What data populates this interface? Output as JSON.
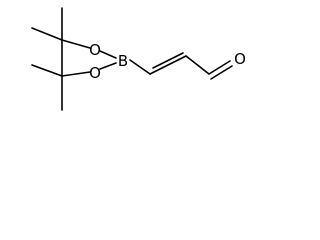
{
  "molecule": {
    "atoms": {
      "oxygen_ring_top": "O",
      "oxygen_ring_bottom": "O",
      "boron": "B",
      "oxygen_aldehyde": "O"
    }
  }
}
